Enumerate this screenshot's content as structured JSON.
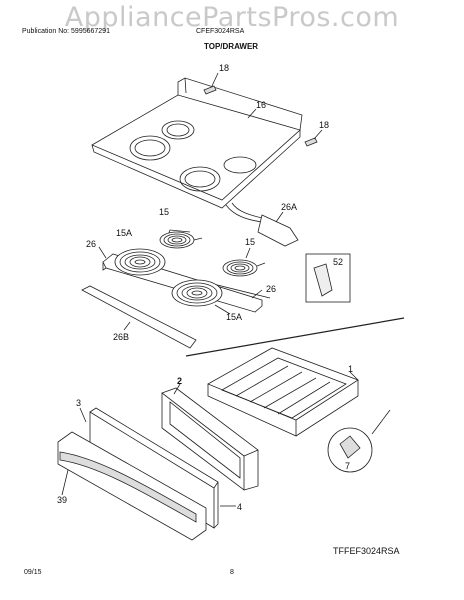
{
  "watermark": "AppliancePartsPros.com",
  "header": {
    "publication": "Publication No: 5995667291",
    "model": "CFEF3024RSA",
    "section": "TOP/DRAWER"
  },
  "labels": {
    "l18a": "18",
    "l16": "16",
    "l18b": "18",
    "l15a_top": "15",
    "l26a": "26A",
    "l15A_left": "15A",
    "l15_right": "15",
    "l26_left": "26",
    "l52": "52",
    "l26_right": "26",
    "l15A_bottom": "15A",
    "l26B": "26B",
    "l2": "2",
    "l1": "1",
    "l3": "3",
    "l39": "39",
    "l4": "4",
    "l7": "7"
  },
  "footer": {
    "model_code": "TFFEF3024RSA",
    "date": "09/15",
    "page": "8"
  }
}
